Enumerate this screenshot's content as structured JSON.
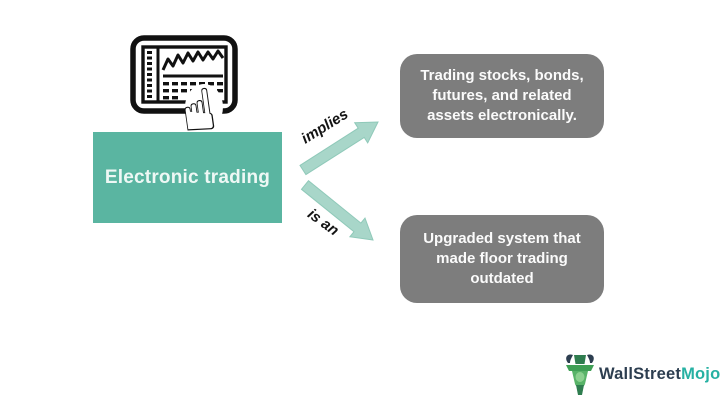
{
  "diagram": {
    "main_box": {
      "label": "Electronic trading",
      "bg_color": "#5ab5a1",
      "text_color": "#eef8f5"
    },
    "icon": {
      "name": "trading-screen-with-hand-cursor",
      "hand_glyph": "☝"
    },
    "arrows": [
      {
        "label": "implies",
        "direction": "up-right",
        "target": "definition-box"
      },
      {
        "label": "is an",
        "direction": "down-right",
        "target": "system-box"
      }
    ],
    "boxes": [
      {
        "text": "Trading stocks, bonds,\nfutures, and related\nassets electronically."
      },
      {
        "text": "Upgraded system that\nmade floor trading\noutdated"
      }
    ],
    "colors": {
      "arrow_fill": "#a8d6c9",
      "arrow_stroke": "#8fc9b9",
      "gray_box": "#7d7d7d",
      "icon_stroke": "#111111"
    }
  },
  "branding": {
    "wallstreet": "WallStreet",
    "mojo": "Mojo",
    "wallstreet_color": "#2d3e50",
    "mojo_color": "#27b1a3"
  }
}
